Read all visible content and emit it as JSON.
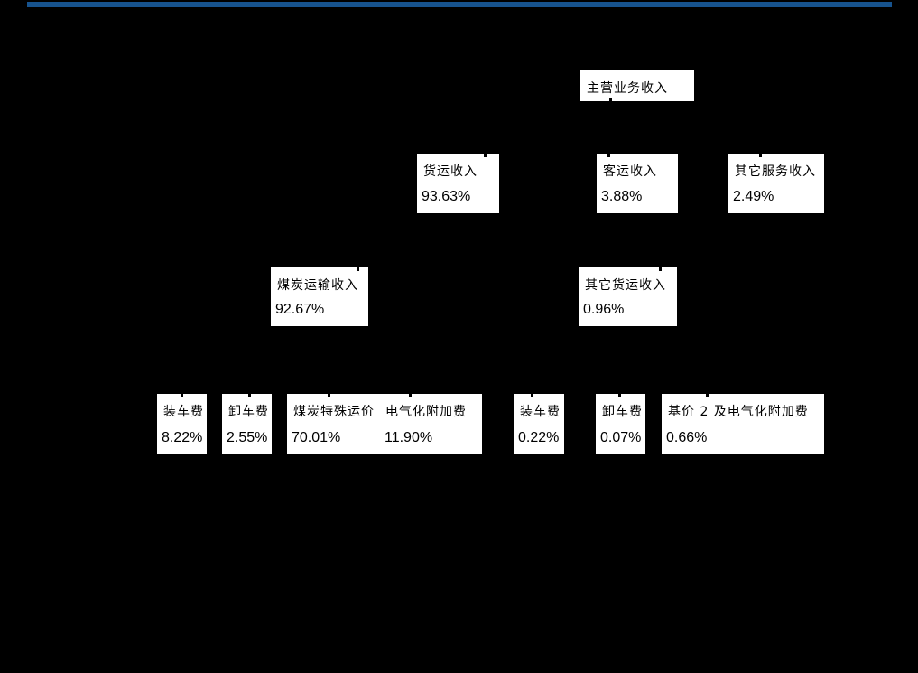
{
  "page": {
    "background_color": "#000000",
    "divider_color": "#17538E"
  },
  "tree": {
    "root": {
      "label": "主营业务收入"
    },
    "level2": [
      {
        "label": "货运收入",
        "value": "93.63%"
      },
      {
        "label": "客运收入",
        "value": "3.88%"
      },
      {
        "label": "其它服务收入",
        "value": "2.49%"
      }
    ],
    "level3": [
      {
        "label": "煤炭运输收入",
        "value": "92.67%"
      },
      {
        "label": "其它货运收入",
        "value": "0.96%"
      }
    ],
    "level4_coal": [
      {
        "label": "装车费",
        "value": "8.22%"
      },
      {
        "label": "卸车费",
        "value": "2.55%"
      },
      {
        "label": "煤炭特殊运价",
        "value": "70.01%"
      },
      {
        "label": "电气化附加费",
        "value": "11.90%"
      }
    ],
    "level4_other": [
      {
        "label": "装车费",
        "value": "0.22%"
      },
      {
        "label": "卸车费",
        "value": "0.07%"
      },
      {
        "label": "基价 2 及电气化附加费",
        "value": "0.66%"
      }
    ]
  }
}
